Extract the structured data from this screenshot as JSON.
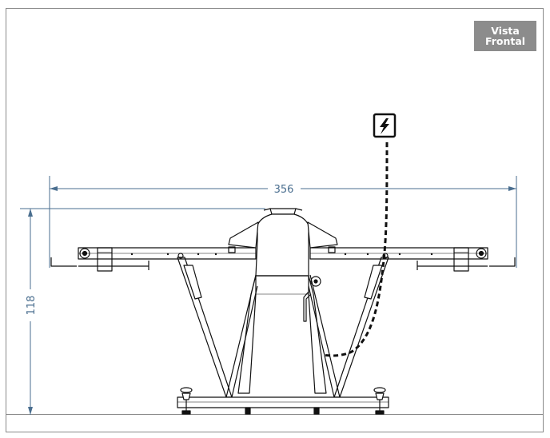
{
  "view_label": {
    "line1": "Vista",
    "line2": "Frontal"
  },
  "dimensions": {
    "width": "356",
    "height": "118"
  },
  "icons": {
    "power": "electrical-power-icon"
  },
  "colors": {
    "frame": "#8a8a8a",
    "badge": "#8c8c8c",
    "dimension": "#4a6e8f",
    "machine": "#111111"
  }
}
